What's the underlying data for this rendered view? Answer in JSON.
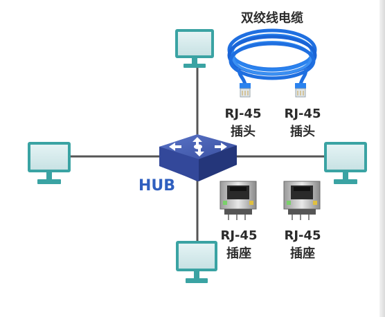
{
  "title": "双绞线电缆",
  "hub_label": "HUB",
  "plug_left": {
    "line1": "RJ-45",
    "line2": "插头"
  },
  "plug_right": {
    "line1": "RJ-45",
    "line2": "插头"
  },
  "jack_left": {
    "line1": "RJ-45",
    "line2": "插座"
  },
  "jack_right": {
    "line1": "RJ-45",
    "line2": "插座"
  },
  "colors": {
    "cable": "#1f6fe0",
    "hub": "#3d55a8",
    "monitor_frame": "#3aa3a3",
    "monitor_screen": "#d4eaec",
    "link_line": "#555555",
    "label_text": "#2b2b2b",
    "hub_text": "#2f5fbf"
  }
}
